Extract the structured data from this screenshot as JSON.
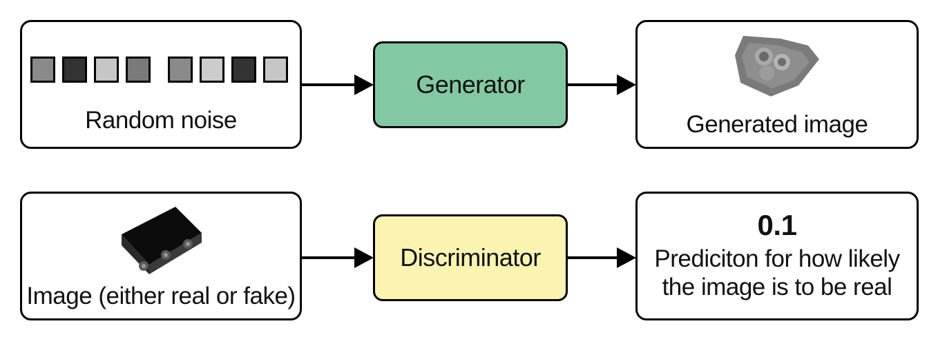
{
  "generator_row": {
    "input_label": "Random noise",
    "model_label": "Generator",
    "output_label": "Generated image"
  },
  "noise_cells": [
    {
      "color": "#8a8a8a"
    },
    {
      "color": "#333333"
    },
    {
      "color": "#c6c6c6"
    },
    {
      "color": "#7a7a7a"
    },
    {
      "color": "#8a8a8a"
    },
    {
      "color": "#cccccc"
    },
    {
      "color": "#333333"
    },
    {
      "color": "#c6c6c6"
    }
  ],
  "discriminator_row": {
    "input_label": "Image (either real or fake)",
    "model_label": "Discriminator",
    "output_value": "0.1",
    "output_line1": "Prediciton for how likely",
    "output_line2": "the image is to be real"
  },
  "colors": {
    "generator_fill": "#82c9a3",
    "discriminator_fill": "#fbf3b0",
    "border": "#000000"
  }
}
